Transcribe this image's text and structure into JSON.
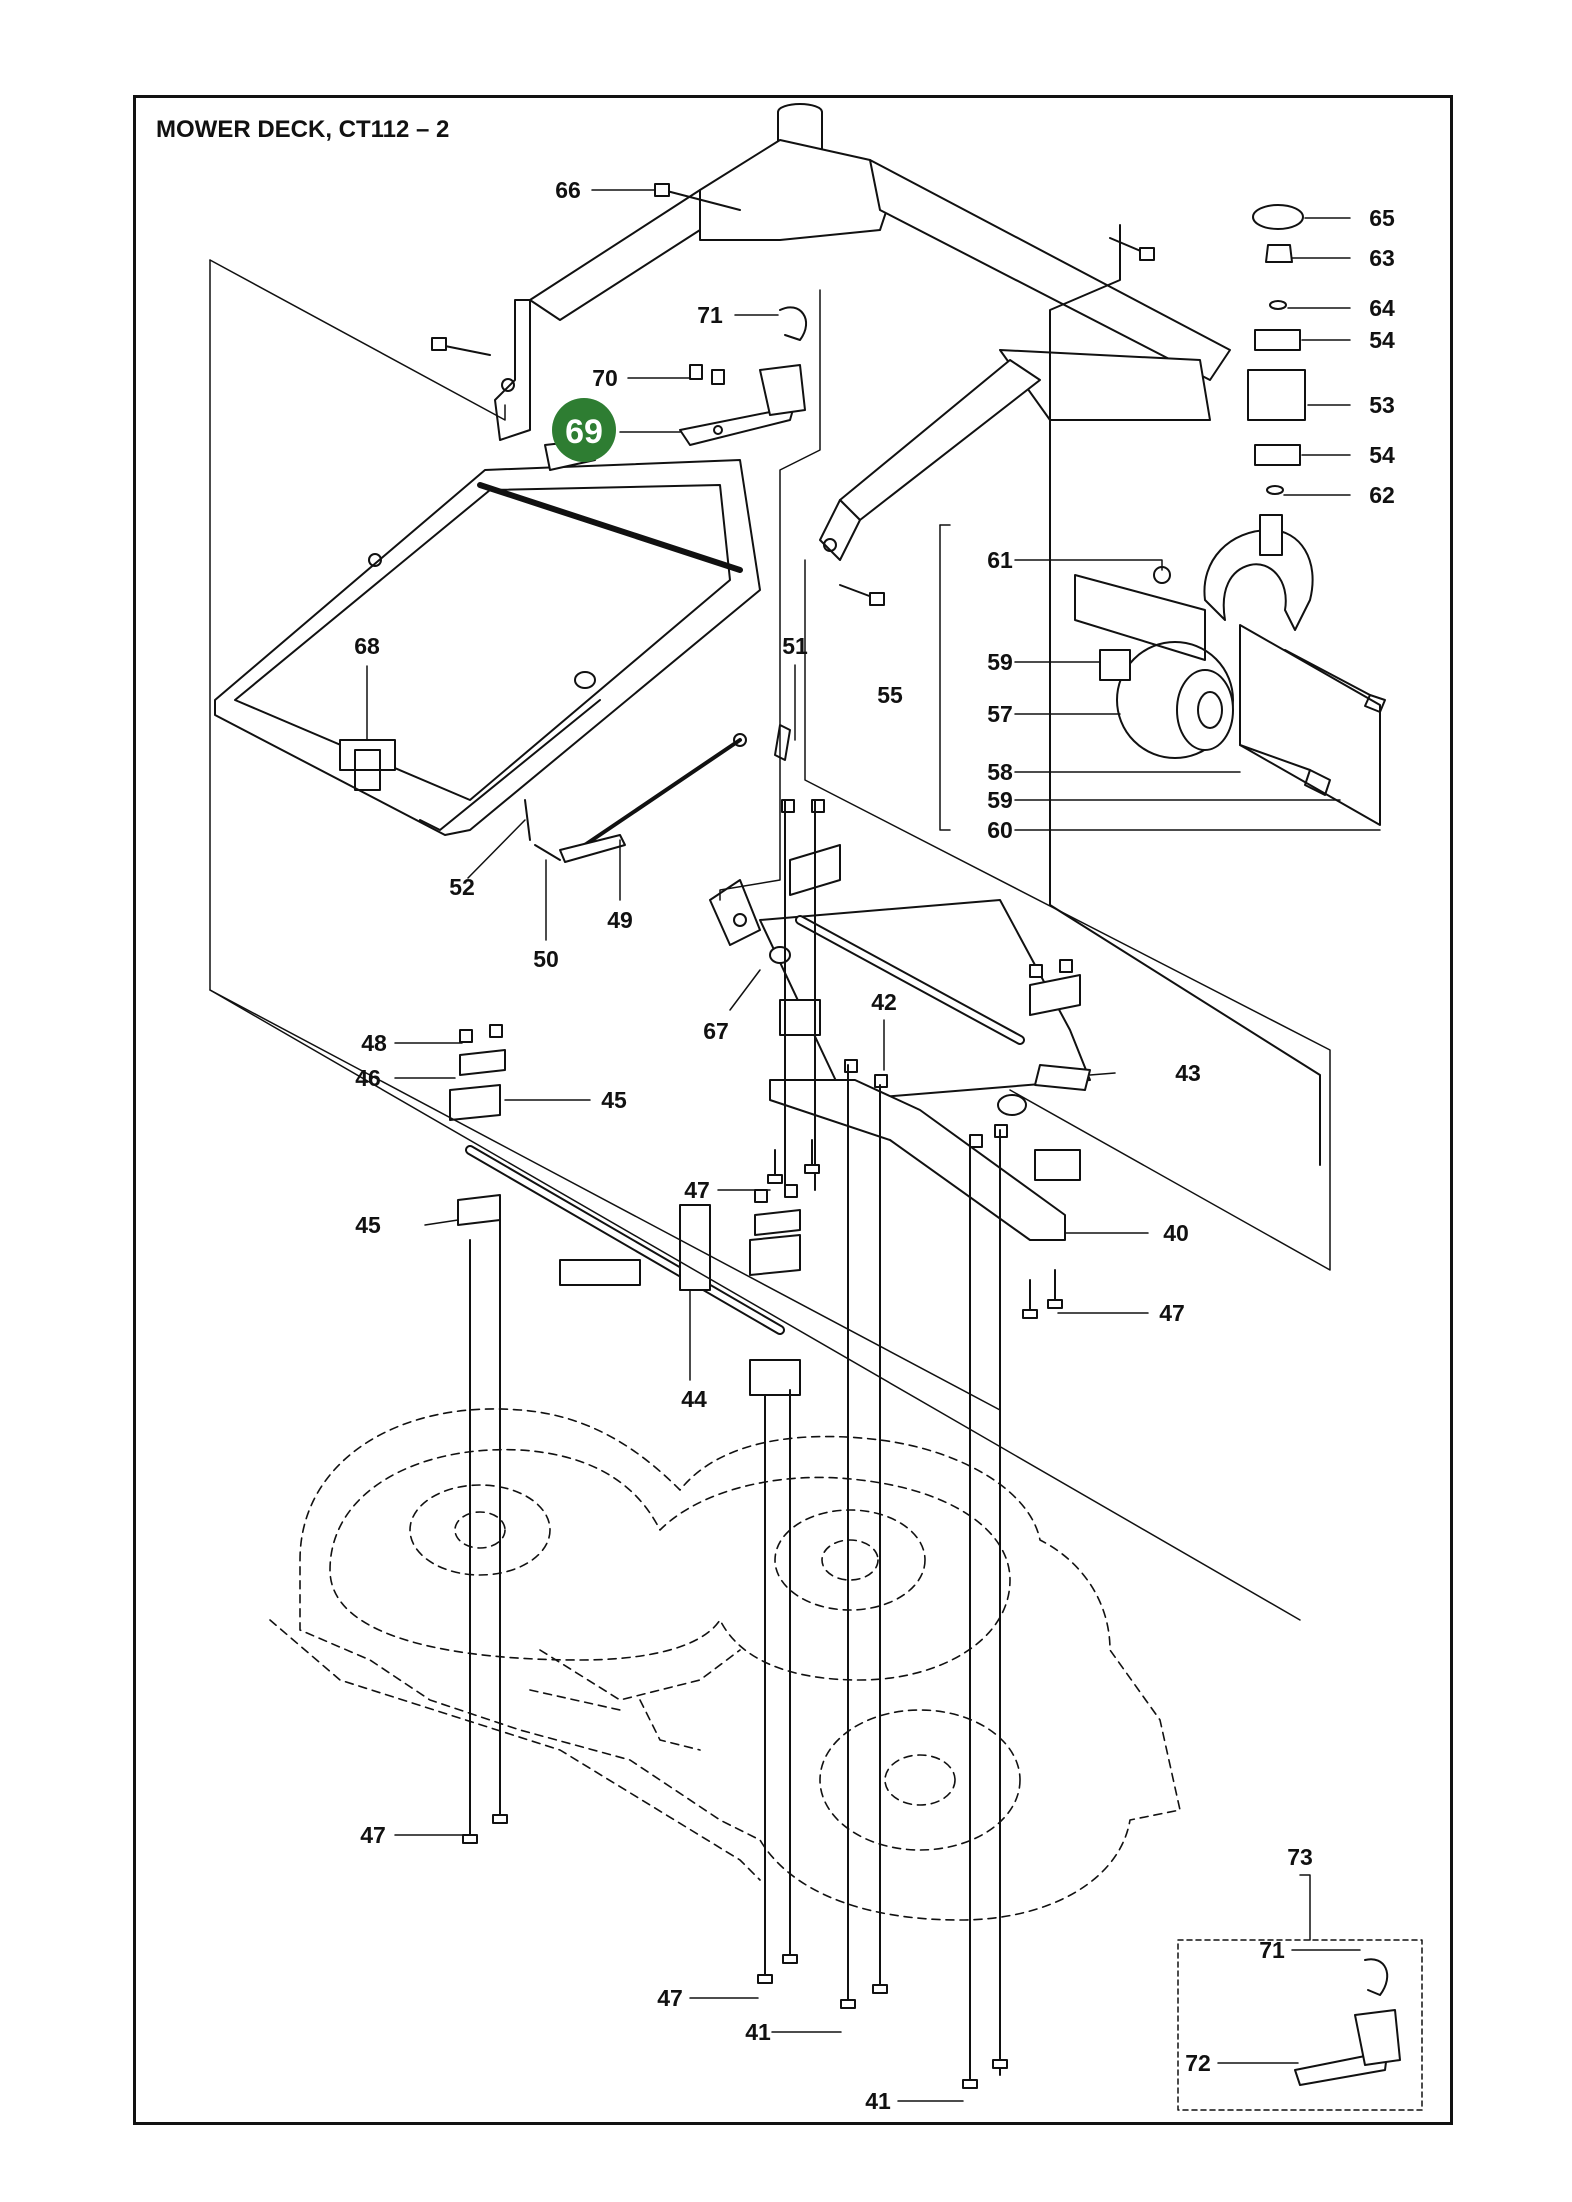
{
  "title": "MOWER DECK, CT112 – 2",
  "highlight": {
    "label": "69",
    "color": "#2e7d32",
    "text_color": "#ffffff"
  },
  "colors": {
    "line": "#111111",
    "paper": "#ffffff"
  },
  "callouts": {
    "c66": "66",
    "c71a": "71",
    "c70": "70",
    "c68": "68",
    "c51": "51",
    "c52": "52",
    "c50": "50",
    "c49": "49",
    "c65": "65",
    "c63": "63",
    "c64": "64",
    "c54a": "54",
    "c53": "53",
    "c54b": "54",
    "c62": "62",
    "c61": "61",
    "c59a": "59",
    "c55": "55",
    "c57": "57",
    "c58": "58",
    "c59b": "59",
    "c60": "60",
    "c67": "67",
    "c42": "42",
    "c43": "43",
    "c48": "48",
    "c46": "46",
    "c45a": "45",
    "c45b": "45",
    "c47a": "47",
    "c40": "40",
    "c47b": "47",
    "c44": "44",
    "c47c": "47",
    "c47d": "47",
    "c41a": "41",
    "c41b": "41",
    "c73": "73",
    "c71b": "71",
    "c72": "72"
  }
}
